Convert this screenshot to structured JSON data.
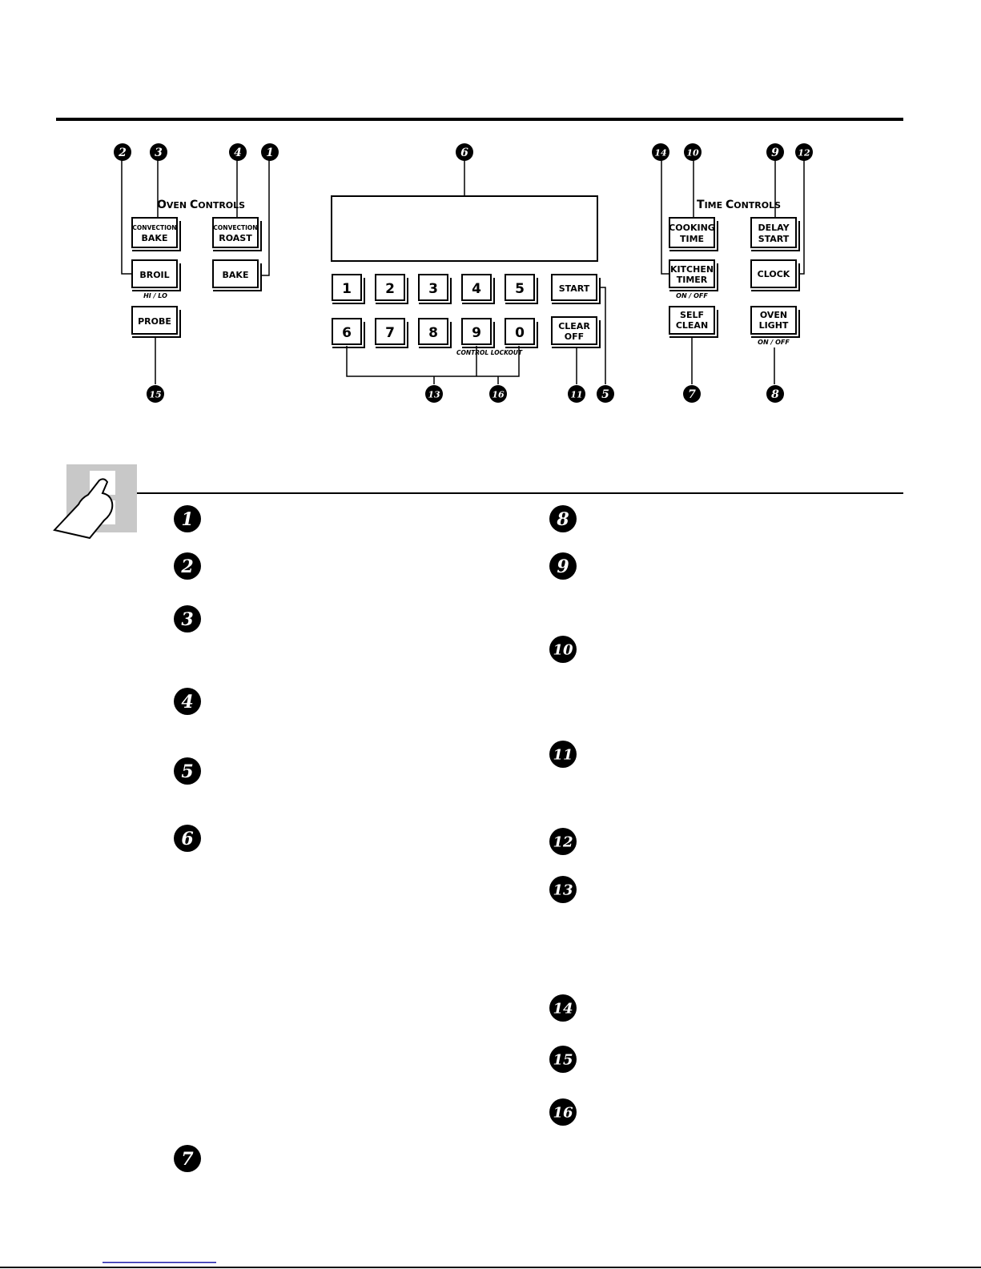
{
  "oven_controls": {
    "heading_big_1": "O",
    "heading_small_1": "VEN ",
    "heading_big_2": "C",
    "heading_small_2": "ONTROLS",
    "convection_bake": {
      "top": "CONVECTION",
      "bottom": "BAKE"
    },
    "convection_roast": {
      "top": "CONVECTION",
      "bottom": "ROAST"
    },
    "broil": "BROIL",
    "broil_caption": "HI / LO",
    "bake": "BAKE",
    "probe": "PROBE"
  },
  "time_controls": {
    "heading_big_1": "T",
    "heading_small_1": "IME ",
    "heading_big_2": "C",
    "heading_small_2": "ONTROLS",
    "cooking_time": {
      "line1": "COOKING",
      "line2": "TIME"
    },
    "delay_start": {
      "line1": "DELAY",
      "line2": "START"
    },
    "kitchen_timer": {
      "line1": "KITCHEN",
      "line2": "TIMER"
    },
    "kitchen_timer_caption": "ON / OFF",
    "clock": "CLOCK",
    "self_clean": {
      "line1": "SELF",
      "line2": "CLEAN"
    },
    "oven_light": {
      "line1": "OVEN",
      "line2": "LIGHT"
    },
    "oven_light_caption": "ON / OFF"
  },
  "keypad": {
    "keys": [
      "1",
      "2",
      "3",
      "4",
      "5",
      "6",
      "7",
      "8",
      "9",
      "0"
    ],
    "start": "START",
    "clear_off": {
      "line1": "CLEAR",
      "line2": "OFF"
    },
    "control_lockout_caption": "CONTROL LOCKOUT"
  },
  "callouts": {
    "badges": [
      "2",
      "3",
      "4",
      "1",
      "6",
      "14",
      "10",
      "9",
      "12",
      "15",
      "13",
      "16",
      "11",
      "5",
      "7",
      "8"
    ]
  },
  "feature_list": {
    "left": [
      "1",
      "2",
      "3",
      "4",
      "5",
      "6",
      "7"
    ],
    "right": [
      "8",
      "9",
      "10",
      "11",
      "12",
      "13",
      "14",
      "15",
      "16"
    ]
  },
  "colors": {
    "ink": "#000000",
    "tab_gray": "#c8c8c8",
    "footer_rule": "#1a1aa8"
  }
}
